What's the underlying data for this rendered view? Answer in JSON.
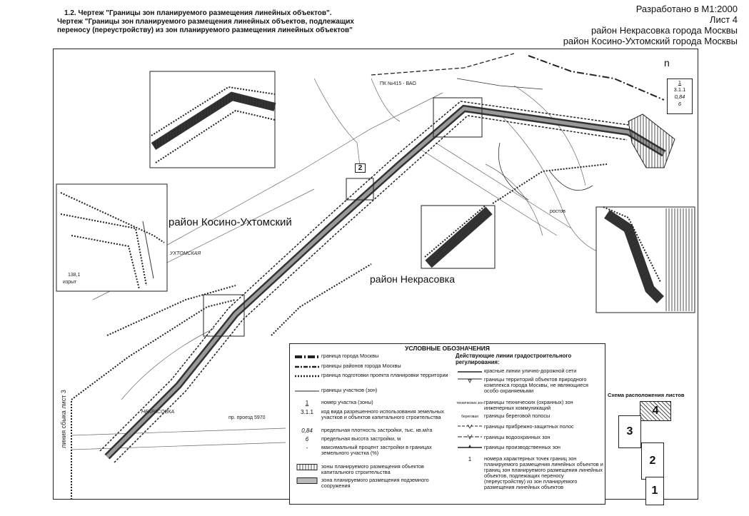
{
  "header": {
    "title_line1": "1.2. Чертеж \"Границы зон планируемого размещения линейных объектов\".",
    "title_line2": "Чертеж \"Границы зон планируемого размещения линейных объектов, подлежащих",
    "title_line3": "переносу (переустройству) из зон планируемого размещения линейных объектов\"",
    "developed": "Разработано в  М1:2000",
    "sheet": "Лист 4",
    "district1": "район Некрасовка города Москвы",
    "district2": "район Косино-Ухтомский города Москвы"
  },
  "map": {
    "label_kosino": "район Косино-Ухтомский",
    "label_nekrasovka": "район Некрасовка",
    "label_pk": "ПК №415 - ВАО",
    "label_nekrasovka_street": "НЕКРАСОВКА",
    "label_sheet_line": "линия сбыка лист 3",
    "label_rostov": "ростов",
    "label_utomskaya": "УХТОМСКАЯ",
    "label_proezd": "пр. проезд 5970",
    "label_izryt": "изрыт",
    "label_138": "138,1",
    "number_tag": "2",
    "parcel_number": "1",
    "parcel_code": "3.1.1",
    "parcel_density": "0,84",
    "parcel_height": "6",
    "north_mark": "n"
  },
  "legend": {
    "title": "УСЛОВНЫЕ ОБОЗНАЧЕНИЯ",
    "items_left": [
      {
        "symbol": "",
        "text": "граница города Москвы"
      },
      {
        "symbol": "",
        "text": "границы районов города Москвы"
      },
      {
        "symbol": "",
        "text": "граница подготовки проекта планировки территории"
      },
      {
        "symbol": "",
        "text": "границы участков (зон)"
      },
      {
        "symbol": "1",
        "text": "номер участка (зоны)"
      },
      {
        "symbol": "3.1.1",
        "text": "код вида разрешенного использования земельных участков и объектов капитального строительства"
      },
      {
        "symbol": "0,84",
        "text": "предельная плотность застройки, тыс. кв.м/га"
      },
      {
        "symbol": "6",
        "text": "предельная высота застройки, м"
      },
      {
        "symbol": "-",
        "text": "максимальный процент застройки в границах земельного участка (%)"
      },
      {
        "symbol": "",
        "text": "зоны планируемого размещения объектов капитального строительства"
      },
      {
        "symbol": "",
        "text": "зона планируемого размещения подземного сооружения"
      }
    ],
    "right_head": "Действующие линии градостроительного регулирования:",
    "items_right": [
      {
        "text": "красные линии улично-дорожной сети"
      },
      {
        "text": "границы территорий объектов природного комплекса города Москвы, не являющиеся особо охраняемыми"
      },
      {
        "text": "границы технических (охранных) зон инженерных коммуникаций"
      },
      {
        "text": "границы береговой полосы"
      },
      {
        "text": "границы прибрежно-защитных полос"
      },
      {
        "text": "границы водоохранных зон"
      },
      {
        "text": "границы производственных зон"
      },
      {
        "text": "номера характерных точек границ зон планируемого размещения линейных объектов и границ зон планируемого размещения линейных объектов, подлежащих переносу (переустройству) из зон планируемого размещения линейных объектов"
      }
    ],
    "right_symbol_labels": [
      "технических зон",
      "береговая",
      "1"
    ]
  },
  "scheme": {
    "title": "Схема расположения листов",
    "sheets": [
      "1",
      "2",
      "3",
      "4"
    ]
  }
}
